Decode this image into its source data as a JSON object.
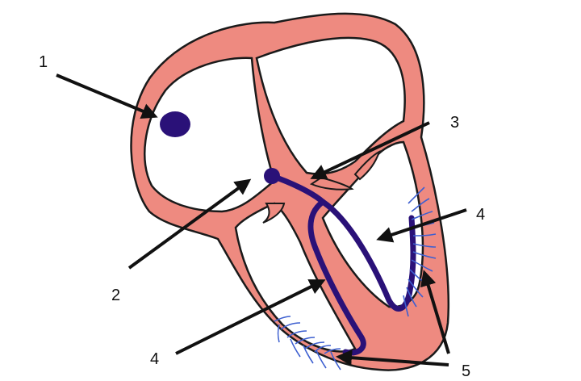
{
  "labels": {
    "label_1": "1",
    "label_2": "2",
    "label_3": "3",
    "label_4a": "4",
    "label_4b": "4",
    "label_5": "5"
  },
  "colors": {
    "myocardium": "#ee8a80",
    "outline": "#1a1a1a",
    "chamber": "#ffffff",
    "conduction": "#2a1178",
    "purkinje": "#3d5fd0",
    "arrow": "#111111"
  }
}
